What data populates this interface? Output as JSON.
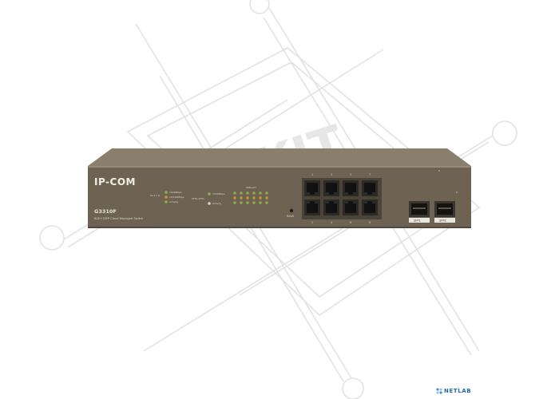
{
  "brand": {
    "logo_text": "IP-COM",
    "model": "G3310F",
    "description": "8GE+2SFP Cloud Managed Switch"
  },
  "led_panel": {
    "left_labels": [
      "1000Mbps",
      "10/100Mbps",
      "Activity"
    ],
    "port_label": "Port 1-8",
    "sfp_label": "SFP1-SFP2",
    "right_labels": [
      "1000Mbps",
      "Activity"
    ],
    "grid_title": "LINK/ACT"
  },
  "ports": {
    "top_numbers": [
      "1",
      "3",
      "5",
      "7"
    ],
    "bottom_numbers": [
      "2",
      "4",
      "6",
      "8"
    ],
    "reset_label": "Reset",
    "sfp_labels": [
      "SFP1",
      "SFP2"
    ]
  },
  "watermark": {
    "vendor_text": "NETLAB"
  },
  "colors": {
    "chassis": "#6e6352",
    "chassis_top": "#8a7f6c",
    "port_body": "#2c2a27",
    "led_green": "#8fae4a",
    "led_amber": "#c79a3a",
    "sfp_label_bg": "#e9e6de",
    "watermark_line": "#e0e0e0",
    "netlab_blue": "#1f66b4"
  }
}
